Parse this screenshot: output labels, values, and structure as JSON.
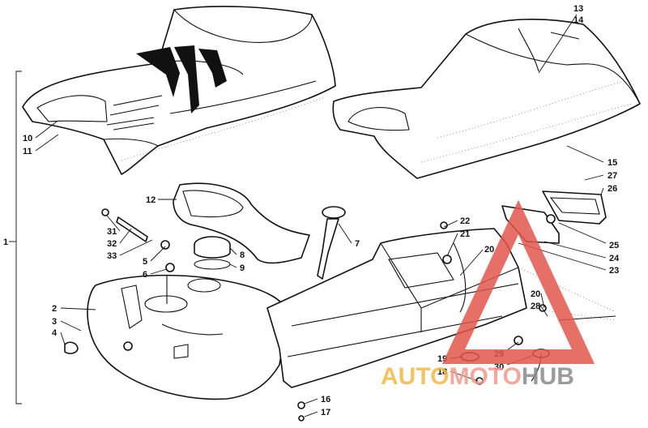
{
  "callouts": [
    "1",
    "2",
    "3",
    "4",
    "5",
    "6",
    "7",
    "8",
    "9",
    "10",
    "11",
    "12",
    "13",
    "14",
    "15",
    "16",
    "17",
    "18",
    "19",
    "20",
    "20",
    "21",
    "22",
    "23",
    "24",
    "25",
    "26",
    "27",
    "28",
    "29",
    "30",
    "31",
    "32",
    "33"
  ],
  "watermark": {
    "part1": "AUTO",
    "part2": "MOTO",
    "part3": "HUB",
    "colors": {
      "auto": "#f2b84a",
      "moto": "#f09a8f",
      "hub": "#8a8a8a",
      "triangle": "#e2574c"
    }
  }
}
